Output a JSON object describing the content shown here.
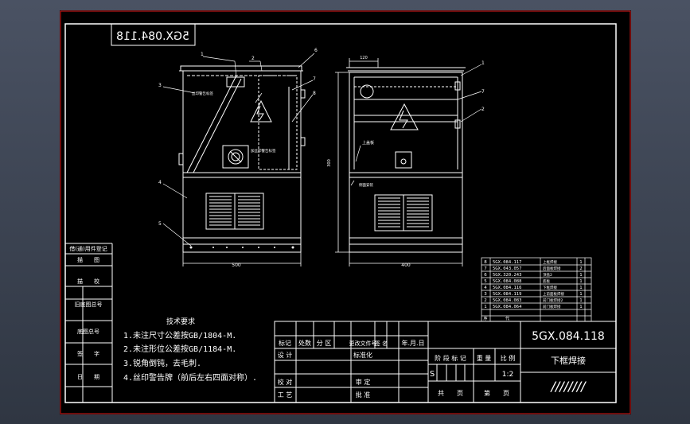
{
  "drawing": {
    "mirrored_number": "5GX.084.118",
    "tech_requirements": {
      "heading": "技术要求",
      "items": [
        "1.未注尺寸公差按GB/1804-M.",
        "2.未注形位公差按GB/1184-M.",
        "3.锐角倒钝，去毛刺.",
        "4.丝印警告牌（前后左右四面对称）."
      ]
    },
    "left_strip": {
      "labels": [
        "借(通)用件登记",
        "描　　图",
        "描　　校",
        "旧底图总号",
        "底图总号",
        "签　　字",
        "日　　期"
      ]
    },
    "parts_list": {
      "rows": [
        {
          "no": "8",
          "code": "5GX.084.117",
          "name": "上框焊接",
          "qty": "1"
        },
        {
          "no": "7",
          "code": "5GX.043.057",
          "name": "后面板焊接",
          "qty": "2"
        },
        {
          "no": "6",
          "code": "5GX.320.243",
          "name": "顶盖2",
          "qty": "1"
        },
        {
          "no": "5",
          "code": "5GX.084.088",
          "name": "底板",
          "qty": "1"
        },
        {
          "no": "4",
          "code": "5GX.084.116",
          "name": "下框焊接",
          "qty": "1"
        },
        {
          "no": "3",
          "code": "5GX.084.119",
          "name": "上前面板焊接",
          "qty": "1"
        },
        {
          "no": "2",
          "code": "5GX.084.083",
          "name": "前门板焊接2",
          "qty": "1"
        },
        {
          "no": "1",
          "code": "5GX.084.064",
          "name": "前门板焊接",
          "qty": "1"
        }
      ],
      "footer": {
        "no": "序",
        "code": "代",
        "name": "",
        "qty": ""
      }
    },
    "title_block": {
      "drawing_number": "5GX.084.118",
      "part_name": "下框焊接",
      "rev_headers": [
        "标记",
        "处数",
        "分 区",
        "更改文件号",
        "签 名",
        "年.月.日"
      ],
      "design_label": "设 计",
      "standard_label": "标准化",
      "check_label": "校 对",
      "process_label": "工 艺",
      "review_label": "审 定",
      "approve_label": "批 准",
      "stage_headers": [
        "阶 段 标 记",
        "重 量",
        "比 例"
      ],
      "stage_value": "S",
      "scale_value": "1:2",
      "sheet_total": "共　　页",
      "sheet_no": "第　　页",
      "slashes": "////////"
    },
    "front_view": {
      "balloons": [
        "1",
        "2",
        "3",
        "4",
        "5",
        "6",
        "7",
        "8"
      ],
      "notes": [
        "丝印警告标签",
        "加丝印警告标签"
      ],
      "dimension": "500"
    },
    "side_view": {
      "balloons": [
        "1",
        "2",
        "7"
      ],
      "notes": [
        "上盖板",
        "侧面安装"
      ],
      "dimension_top": "120",
      "dimension_bottom": "400",
      "dimension_side": "300"
    }
  }
}
